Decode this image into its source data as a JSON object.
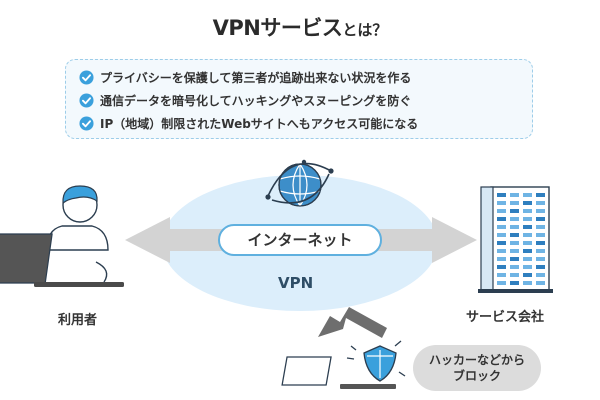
{
  "title": {
    "main": "VPNサービス",
    "suffix": "とは？"
  },
  "points": [
    "プライバシーを保護して第三者が追跡出来ない状況を作る",
    "通信データを暗号化してハッキングやスヌーピングを防ぐ",
    "IP（地域）制限されたWebサイトへもアクセス可能になる"
  ],
  "diagram": {
    "internet_label": "インターネット",
    "vpn_label": "VPN",
    "user_label": "利用者",
    "company_label": "サービス会社",
    "hacker_note": [
      "ハッカーなどから",
      "ブロック"
    ]
  },
  "colors": {
    "accent_blue": "#5fb0df",
    "cloud_blue": "#dceefb",
    "arrow_gray": "#d3d3d3",
    "block_arrow_gray": "#6e6e6e",
    "check_blue": "#3aa0dc"
  },
  "icons": [
    "check-icon",
    "globe-icon",
    "user-laptop-icon",
    "building-icon",
    "hacker-laptop-icon",
    "shield-icon"
  ]
}
